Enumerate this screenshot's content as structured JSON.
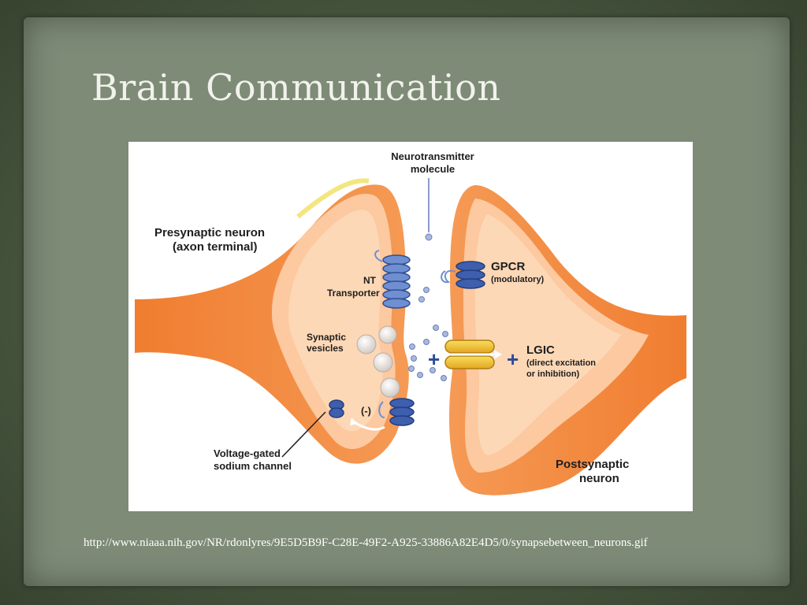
{
  "slide": {
    "title": "Brain Communication",
    "source_url": "http://www.niaaa.nih.gov/NR/rdonlyres/9E5D5B9F-C28E-49F2-A925-33886A82E4D5/0/synapsebetween_neurons.gif"
  },
  "diagram": {
    "labels": {
      "neurotransmitter_line1": "Neurotransmitter",
      "neurotransmitter_line2": "molecule",
      "presynaptic_line1": "Presynaptic neuron",
      "presynaptic_line2": "(axon terminal)",
      "nt_transporter_line1": "NT",
      "nt_transporter_line2": "Transporter",
      "gpcr": "GPCR",
      "gpcr_sub": "(modulatory)",
      "synaptic_vesicles_line1": "Synaptic",
      "synaptic_vesicles_line2": "vesicles",
      "lgic": "LGIC",
      "lgic_sub_line1": "(direct excitation",
      "lgic_sub_line2": "or inhibition)",
      "plus_left": "+",
      "plus_right": "+",
      "negative_sign": "(-)",
      "voltage_line1": "Voltage-gated",
      "voltage_line2": "sodium channel",
      "postsynaptic_line1": "Postsynaptic",
      "postsynaptic_line2": "neuron"
    },
    "colors": {
      "neuron_outer": "#f28a3c",
      "neuron_inner": "#fbc49a",
      "receptor_blue": "#3f5fb0",
      "lgic_yellow": "#f2c230",
      "vesicle": "#e8e0da"
    }
  }
}
